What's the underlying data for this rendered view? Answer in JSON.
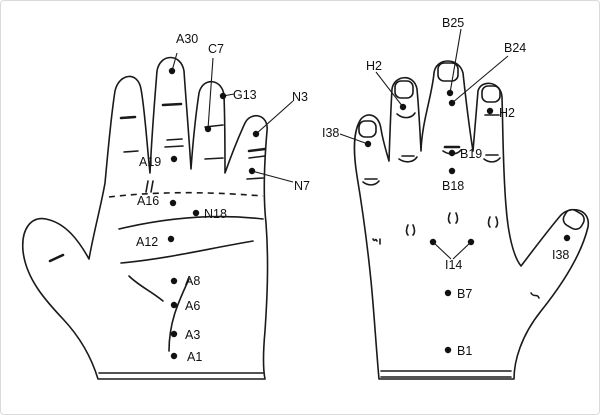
{
  "colors": {
    "ink": "#111111",
    "background": "#ffffff",
    "frame": "#d9d9d9"
  },
  "palm_points": {
    "A30": "A30",
    "C7": "C7",
    "G13": "G13",
    "N3": "N3",
    "A19": "A19",
    "N7": "N7",
    "A16": "A16",
    "N18": "N18",
    "A12": "A12",
    "A8": "A8",
    "A6": "A6",
    "A3": "A3",
    "A1": "A1"
  },
  "back_points": {
    "B25": "B25",
    "H2_left": "H2",
    "B24": "B24",
    "H2_right": "H2",
    "I38_left": "I38",
    "B19": "B19",
    "B18": "B18",
    "I14": "I14",
    "I38_right": "I38",
    "B7": "B7",
    "B1": "B1"
  }
}
